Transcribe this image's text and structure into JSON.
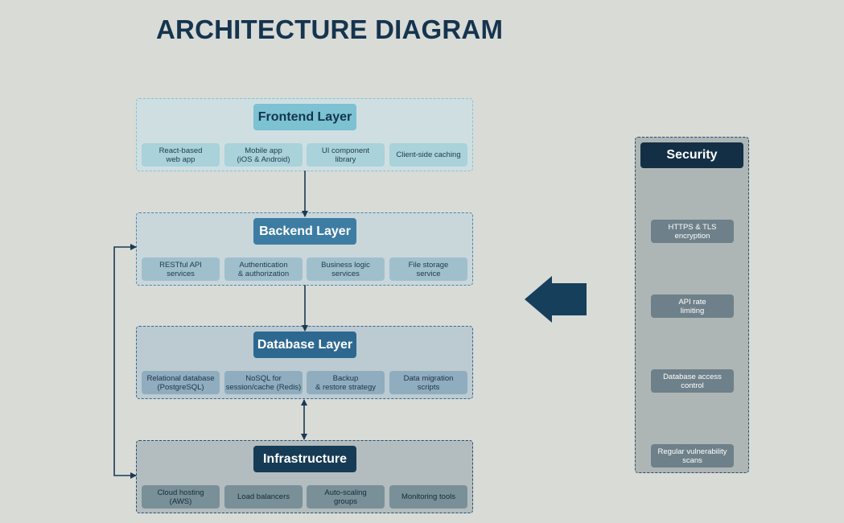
{
  "title": "ARCHITECTURE DIAGRAM",
  "layers": [
    {
      "name": "Frontend Layer",
      "components": [
        "React-based\nweb app",
        "Mobile app\n(iOS & Android)",
        "UI component\nlibrary",
        "Client-side caching"
      ]
    },
    {
      "name": "Backend Layer",
      "components": [
        "RESTful API\nservices",
        "Authentication\n& authorization",
        "Business logic\nservices",
        "File storage\nservice"
      ]
    },
    {
      "name": "Database Layer",
      "components": [
        "Relational database\n(PostgreSQL)",
        "NoSQL for\nsession/cache (Redis)",
        "Backup\n& restore strategy",
        "Data migration\nscripts"
      ]
    },
    {
      "name": "Infrastructure",
      "components": [
        "Cloud hosting\n(AWS)",
        "Load balancers",
        "Auto-scaling\ngroups",
        "Monitoring tools"
      ]
    }
  ],
  "security": {
    "title": "Security",
    "items": [
      "HTTPS & TLS\nencryption",
      "API rate\nlimiting",
      "Database access\ncontrol",
      "Regular vulnerability\nscans"
    ]
  },
  "colors": {
    "background": "#d9dbd7",
    "title": "#15344e",
    "connector": "#1a3a52",
    "security_arrow": "#163f5c"
  }
}
